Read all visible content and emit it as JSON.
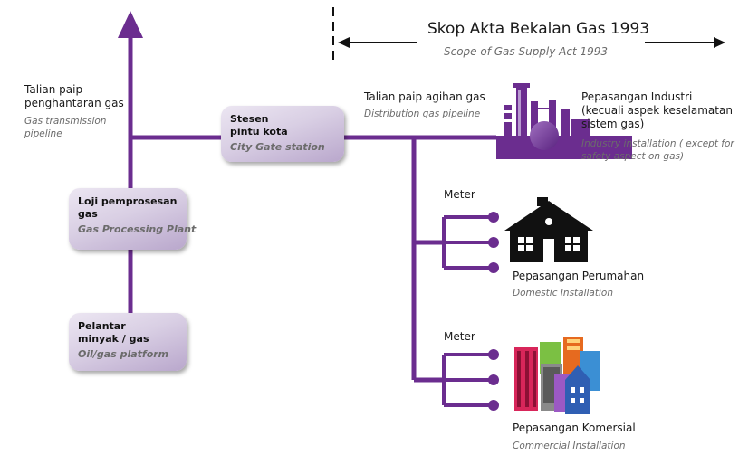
{
  "scope": {
    "title": "Skop Akta Bekalan Gas 1993",
    "subtitle": "Scope of Gas Supply Act 1993"
  },
  "transmission": {
    "label_line1": "Talian paip",
    "label_line2": "penghantaran gas",
    "label_en_line1": "Gas transmission",
    "label_en_line2": "pipeline"
  },
  "distribution": {
    "label": "Talian paip agihan gas",
    "label_en": "Distribution gas pipeline"
  },
  "nodes": {
    "city_gate": {
      "line1": "Stesen",
      "line2": "pintu kota",
      "en": "City Gate station"
    },
    "processing": {
      "line1": "Loji pemprosesan",
      "line2": "gas",
      "en": "Gas Processing Plant"
    },
    "platform": {
      "line1": "Pelantar",
      "line2": "minyak / gas",
      "en": "Oil/gas platform"
    }
  },
  "industry": {
    "line1": "Pepasangan Industri",
    "line2": "(kecuali aspek keselamatan",
    "line3": "sistem gas)",
    "en_line1": "Industry installation ( except for",
    "en_line2": "safety aspect on gas)"
  },
  "domestic": {
    "meter_label": "Meter",
    "label": "Pepasangan Perumahan",
    "label_en": "Domestic Installation"
  },
  "commercial": {
    "meter_label": "Meter",
    "label": "Pepasangan Komersial",
    "label_en": "Commercial Installation"
  },
  "colors": {
    "pipe": "#6b2d8f",
    "box_gradient_top": "#ece6f2",
    "box_gradient_bottom": "#b9a7cc",
    "text_muted": "#6b6b6b"
  }
}
